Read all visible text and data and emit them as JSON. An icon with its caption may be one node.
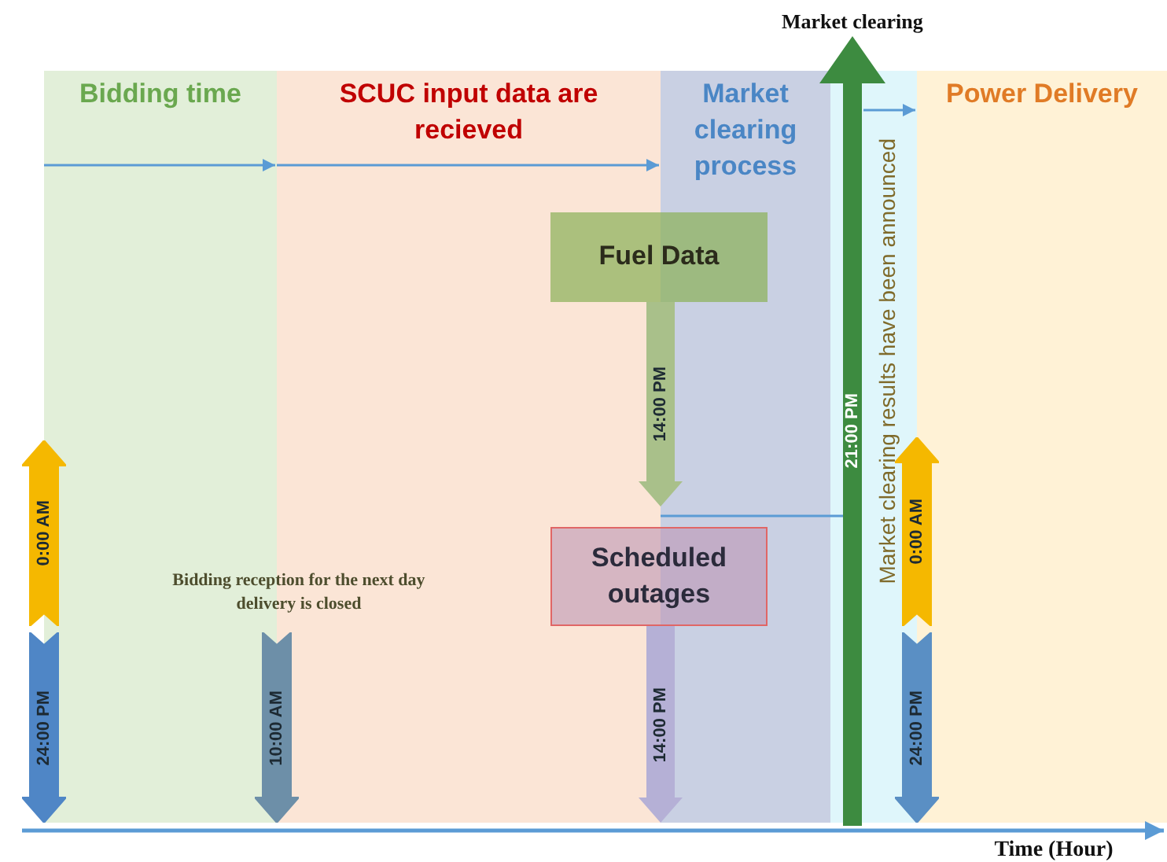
{
  "diagram": {
    "nodes": [
      {
        "text": [
          "Bidding time"
        ]
      },
      {
        "text": [
          "SCUC input data are recieved"
        ]
      },
      {
        "text": [
          "Market clearing process"
        ]
      },
      {
        "text": [
          "Market clearing results have been announced"
        ]
      },
      {
        "text": [
          "Power Delivery"
        ]
      },
      {
        "text": [
          "Fuel Data"
        ]
      },
      {
        "text": [
          "Scheduled outages"
        ]
      },
      {
        "text": [
          "Market clearing"
        ]
      },
      {
        "text": [
          "0:00 AM"
        ]
      },
      {
        "text": [
          "0:00 AM"
        ]
      },
      {
        "text": [
          "24:00 PM"
        ]
      },
      {
        "text": [
          "10:00 AM"
        ]
      },
      {
        "text": [
          "24:00 PM"
        ]
      }
    ],
    "edges": [
      {
        "from": 0,
        "to": 1,
        "arrow": "to"
      },
      {
        "from": 1,
        "to": 2,
        "arrow": "to"
      },
      {
        "from": 2,
        "to": 3,
        "arrow": "to"
      },
      {
        "from": 3,
        "to": 4,
        "arrow": "to"
      },
      {
        "from": 5,
        "to": null,
        "arrow": "to",
        "label": "14:00 PM",
        "style": "thick",
        "color": "#a9c08a"
      },
      {
        "from": 6,
        "to": null,
        "arrow": "to",
        "label": "14:00 PM",
        "style": "thick",
        "color": "#b5b0d6"
      },
      {
        "from": null,
        "to": 7,
        "arrow": "to",
        "label": "21:00 PM",
        "style": "thick",
        "color": "#3d8b40"
      }
    ],
    "labels": [
      "Bidding reception for the next day delivery is closed",
      "Time (Hour)"
    ]
  }
}
